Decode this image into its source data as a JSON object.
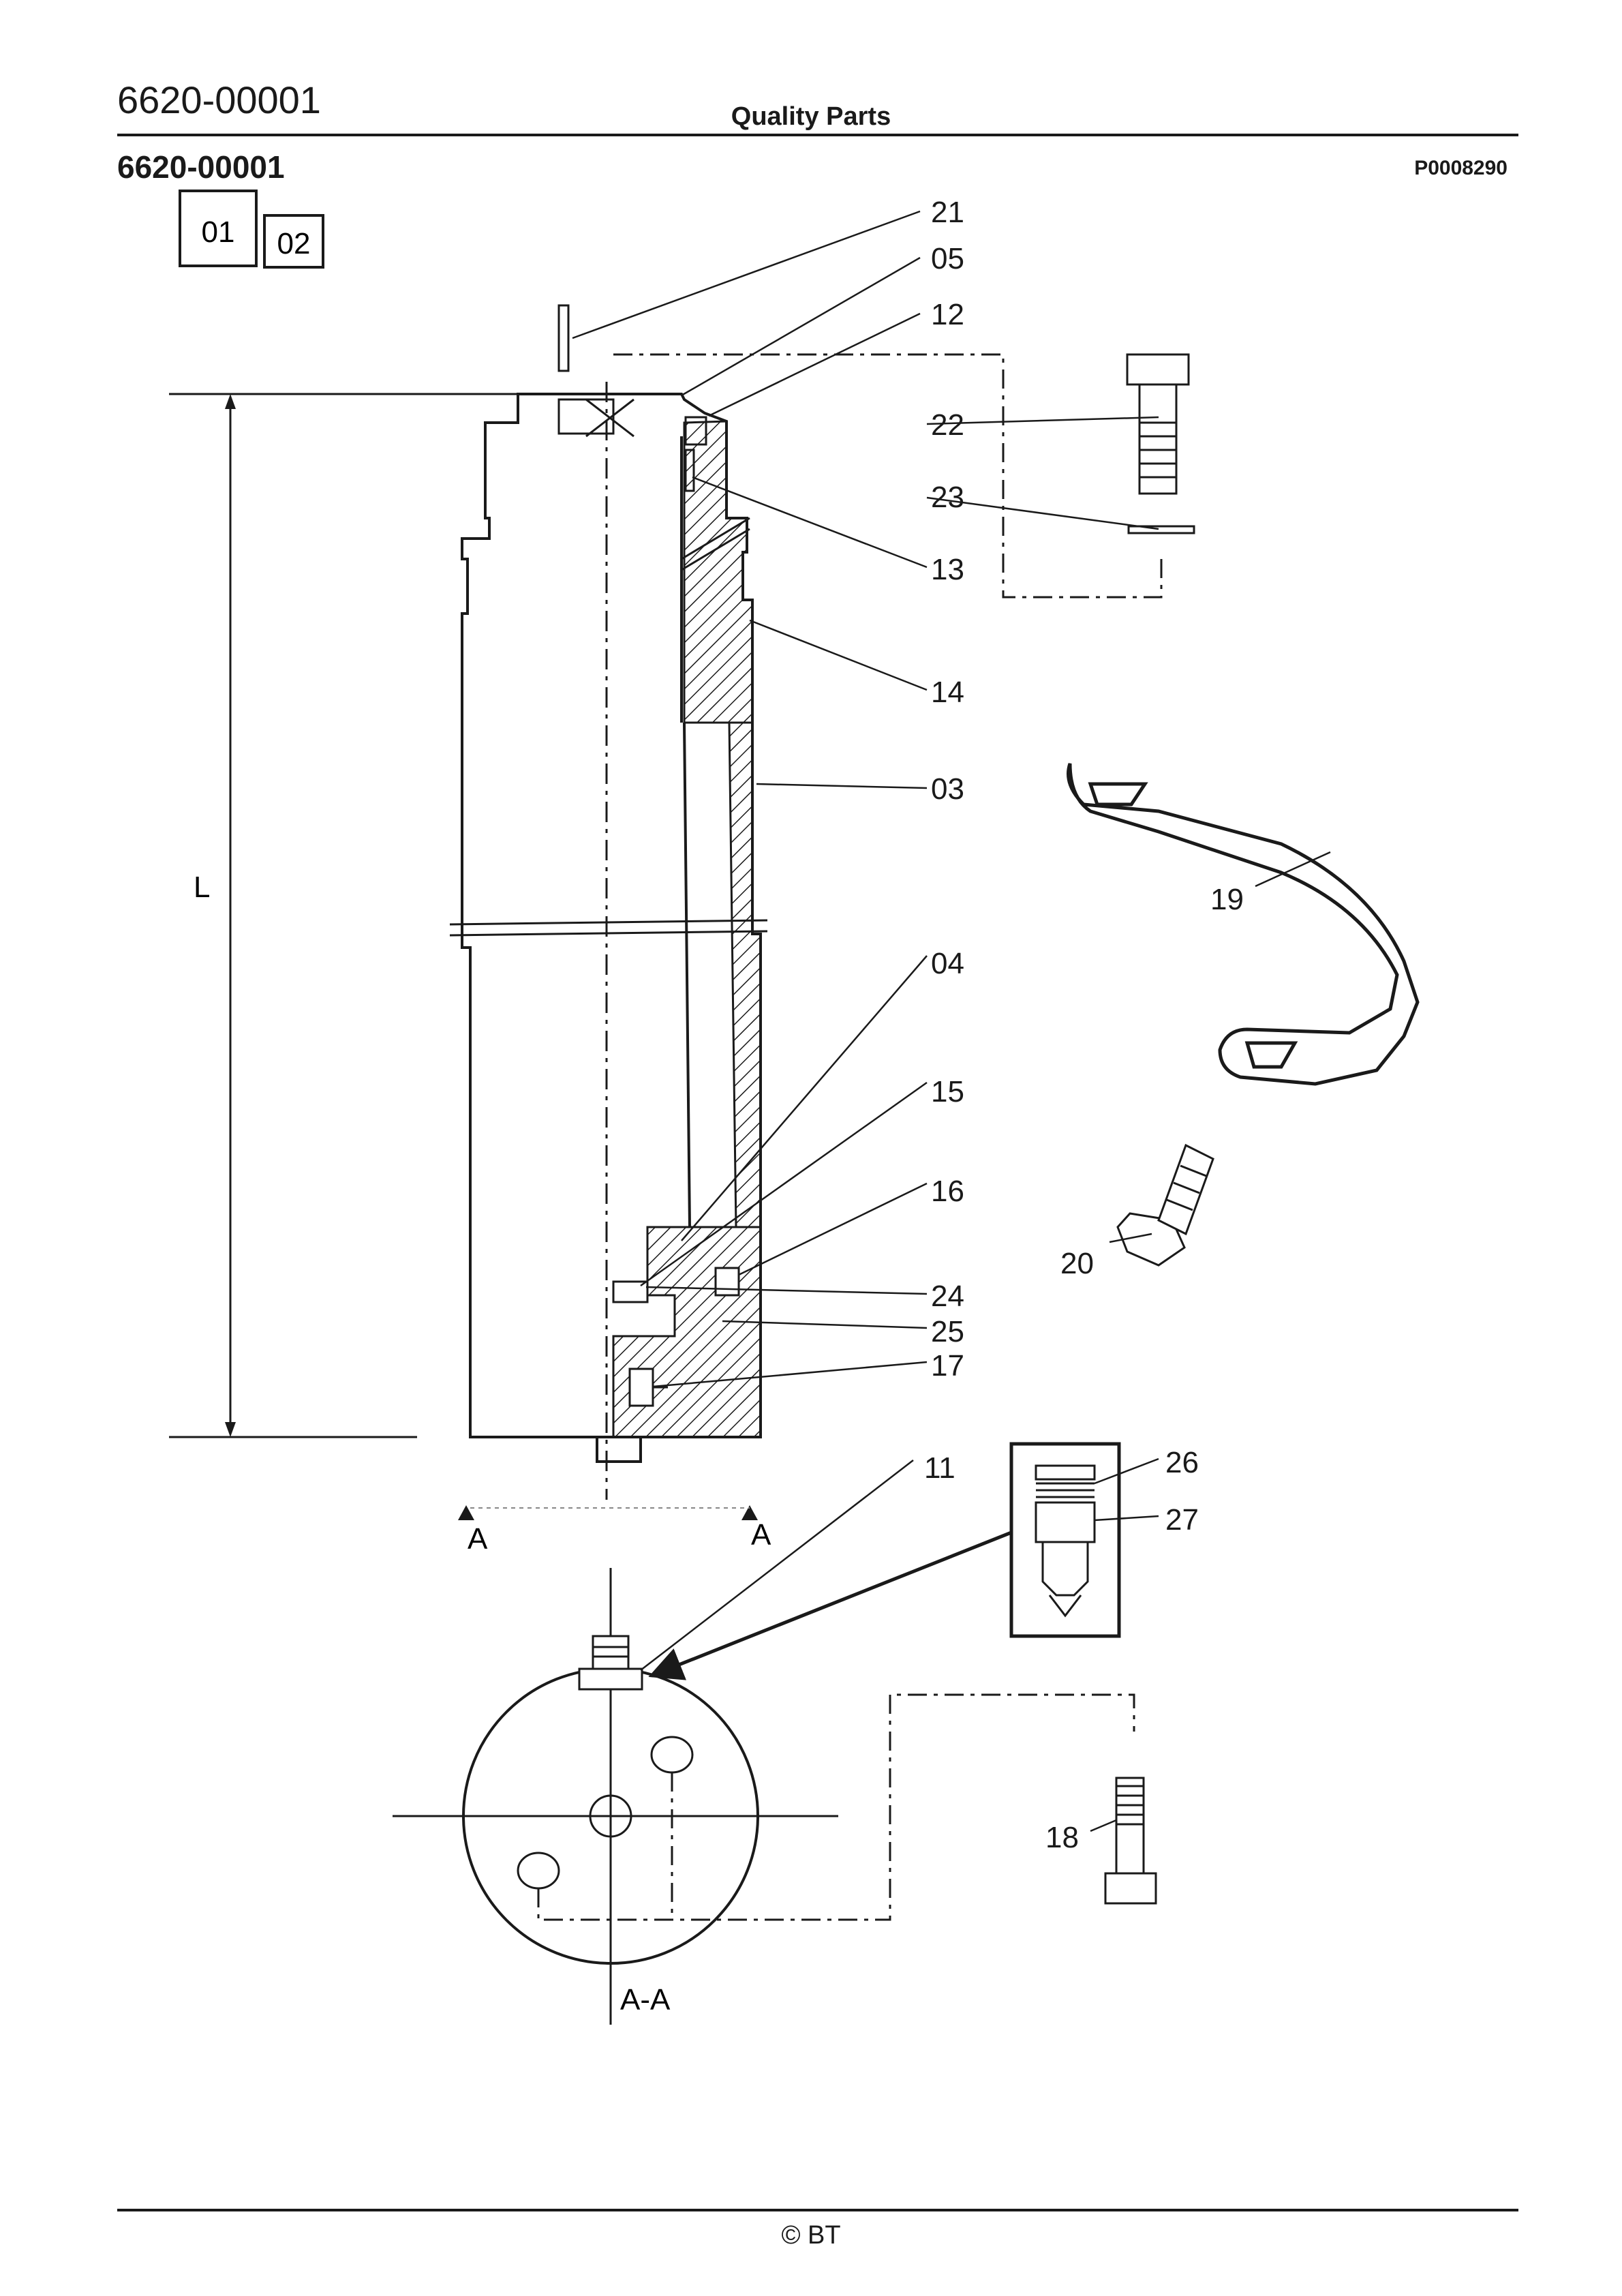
{
  "header": {
    "part_number": "6620-00001",
    "subtitle": "Quality Parts",
    "part_number_bold": "6620-00001",
    "drawing_ref": "P0008290"
  },
  "variant_boxes": [
    "01",
    "02"
  ],
  "callouts": [
    "21",
    "05",
    "12",
    "22",
    "23",
    "13",
    "14",
    "03",
    "19",
    "04",
    "15",
    "16",
    "24",
    "25",
    "17",
    "20",
    "11",
    "26",
    "27",
    "18"
  ],
  "dimension_label": "L",
  "section_marks": [
    "A",
    "A"
  ],
  "section_view_label": "A-A",
  "footer": {
    "copyright": "© BT"
  }
}
